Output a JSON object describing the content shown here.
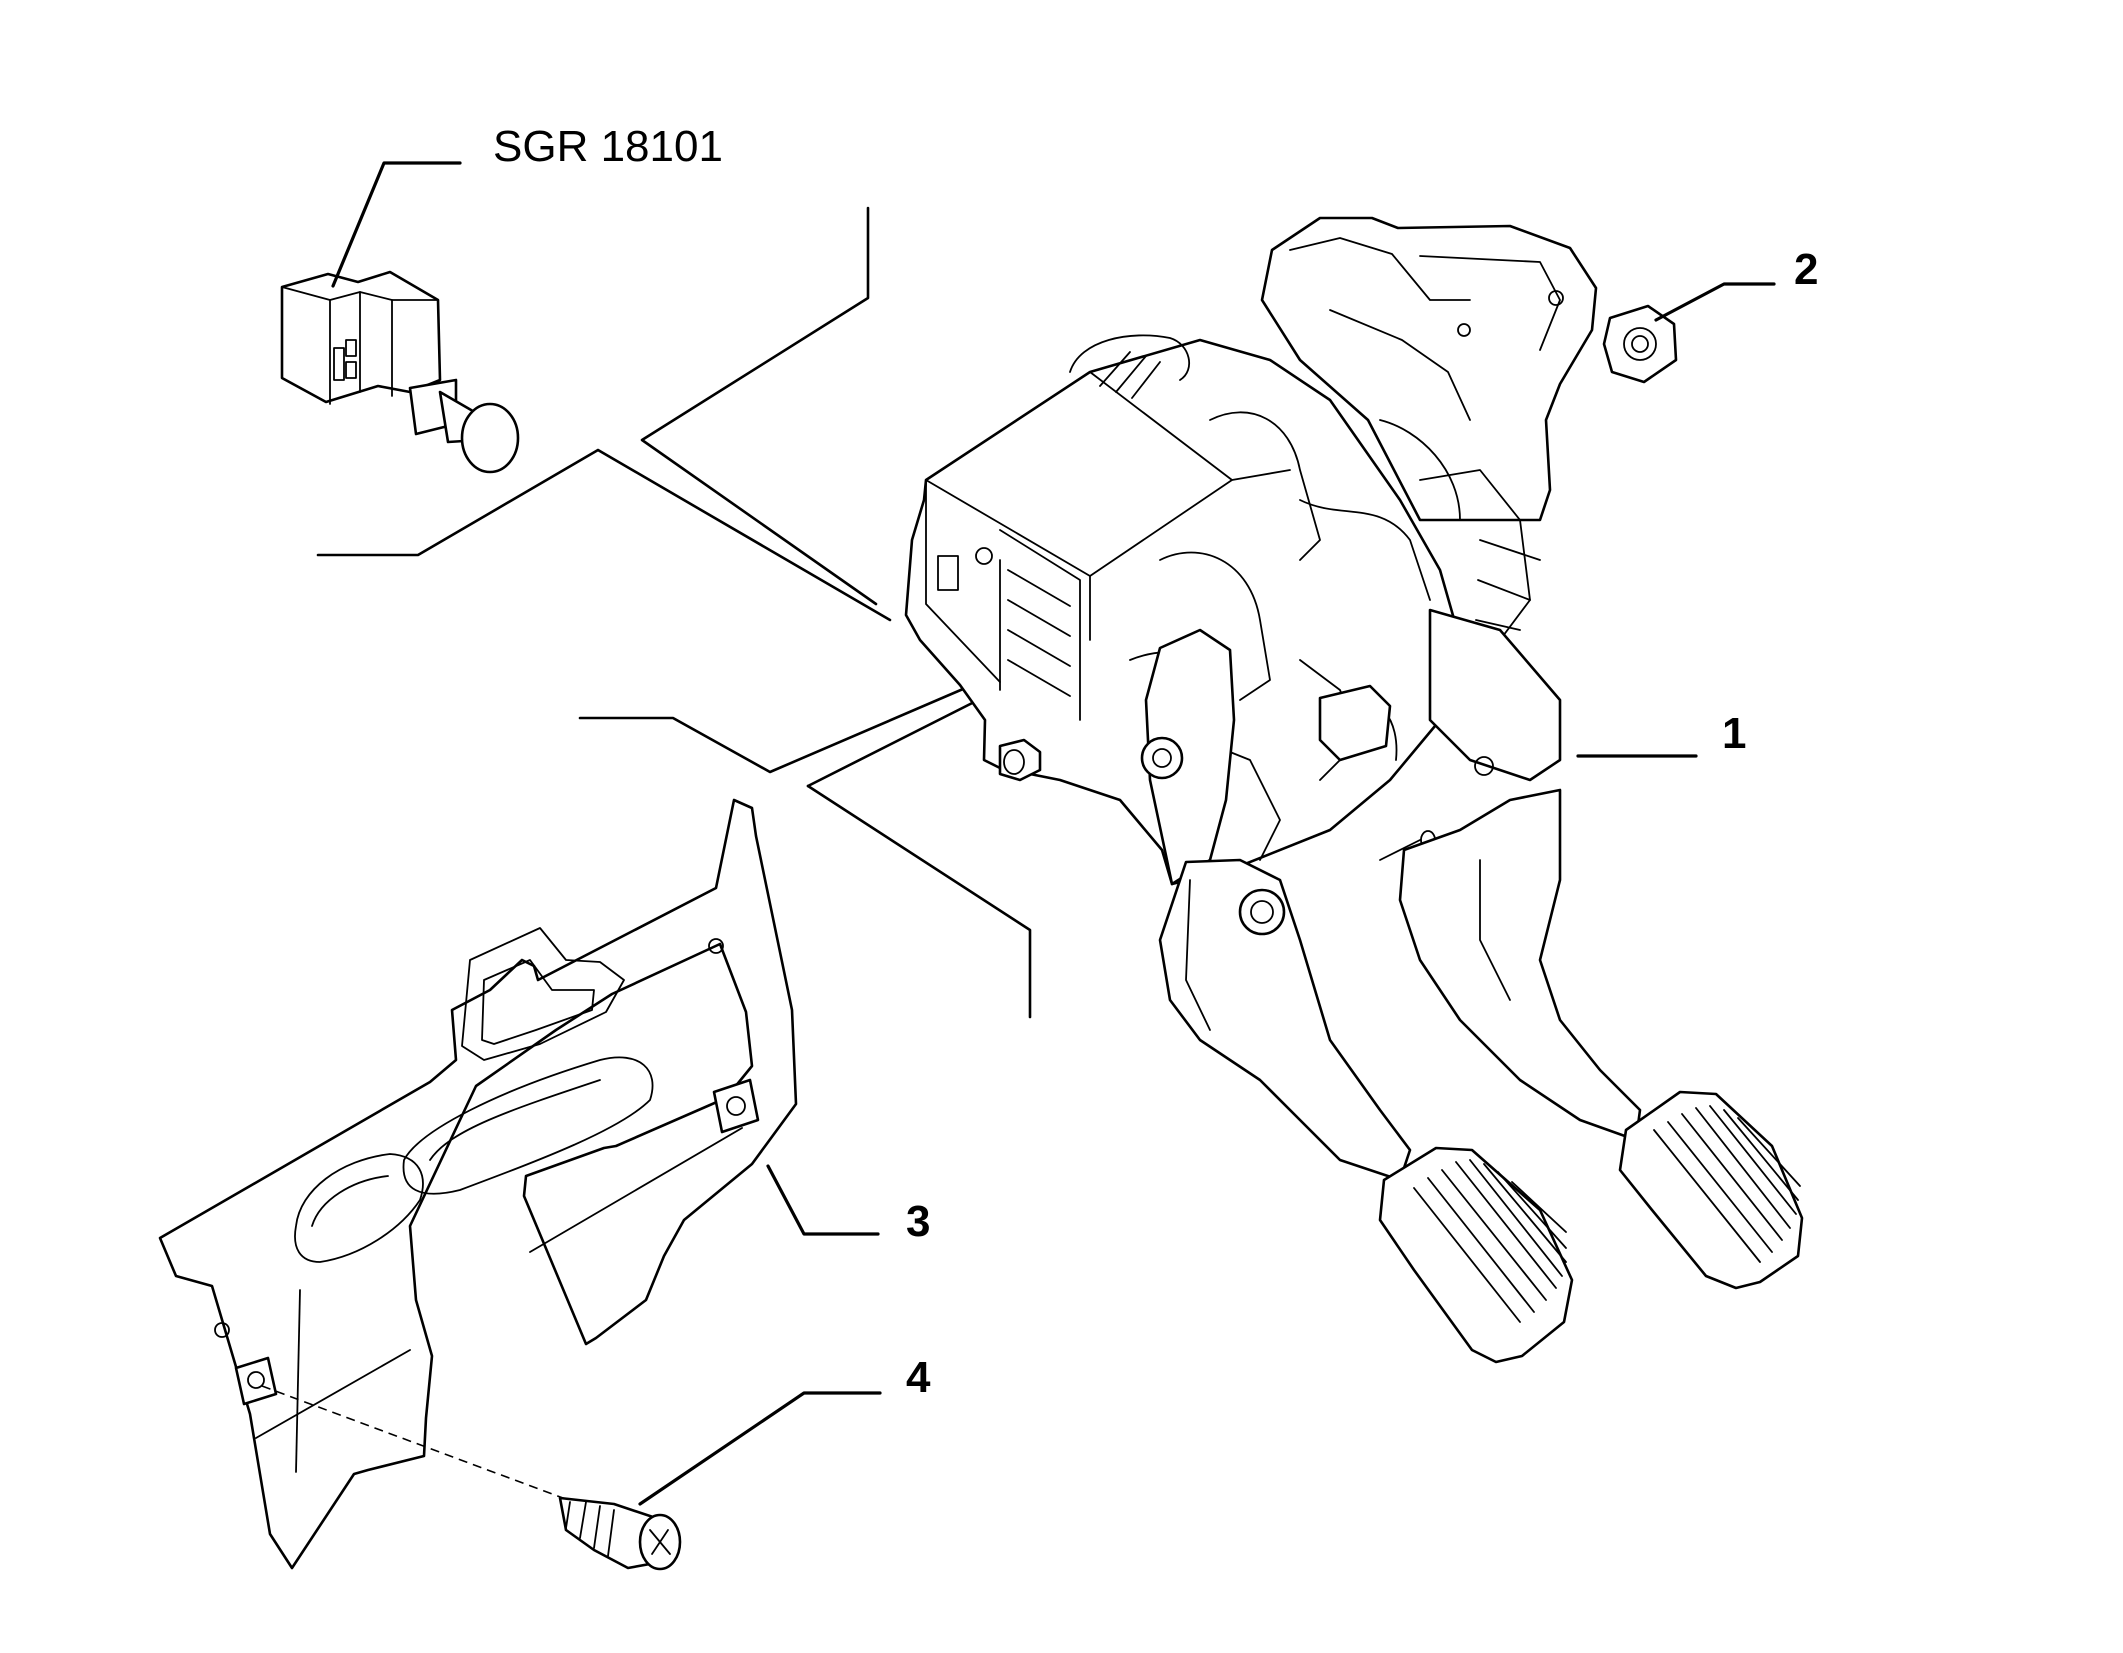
{
  "diagram": {
    "reference_code": "SGR 18101",
    "callouts": [
      {
        "id": "1",
        "label": "1"
      },
      {
        "id": "2",
        "label": "2"
      },
      {
        "id": "3",
        "label": "3"
      },
      {
        "id": "4",
        "label": "4"
      }
    ]
  }
}
